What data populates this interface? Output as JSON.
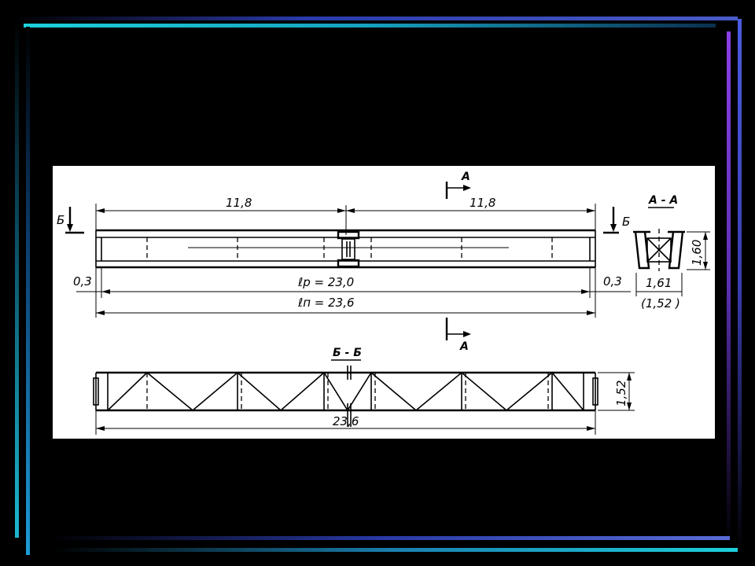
{
  "frame": {
    "color_top_left": "#1cc8d8",
    "color_top_right": "#4a5cc8",
    "color_right": "#7a3cd8"
  },
  "drawing": {
    "top_view": {
      "dim_left_half": "11,8",
      "dim_right_half": "11,8",
      "dim_left_offset": "0,3",
      "dim_right_offset": "0,3",
      "dim_span_design": "ℓр = 23,0",
      "dim_span_total": "ℓп = 23,6",
      "cut_b_left": "Б",
      "cut_b_right": "Б",
      "cut_a_top": "А",
      "cut_a_bottom": "А"
    },
    "section_aa": {
      "title": "А - А",
      "dim_height": "1,60",
      "dim_width": "1,61",
      "dim_width_alt": "(1,52 )"
    },
    "section_bb": {
      "title": "Б - Б",
      "dim_length": "23,6",
      "dim_height": "1,52"
    }
  }
}
